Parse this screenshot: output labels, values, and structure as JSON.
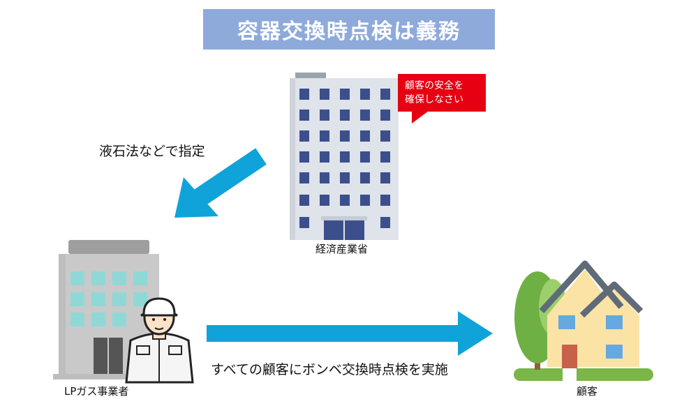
{
  "title": "容器交換時点検は義務",
  "ministry": {
    "name": "経済産業省",
    "speech_line1": "顧客の安全を",
    "speech_line2": "確保しなさい"
  },
  "arrow_to_lp": {
    "label": "液石法などで指定"
  },
  "lp_company": {
    "name": "LPガス事業者"
  },
  "arrow_to_customer": {
    "label": "すべての顧客にボンベ交換時点検を実施"
  },
  "customer": {
    "name": "顧客"
  },
  "colors": {
    "title_bg": "#8eaadb",
    "arrow": "#0fa3d9",
    "speech": "#e60012",
    "ministry_building": "#dfe3ea",
    "ministry_window": "#3c4f8c",
    "lp_building": "#c9c9c9",
    "lp_window": "#8fd8d6",
    "house_wall": "#fbe3a6",
    "house_roof": "#5f6b78",
    "tree": "#6fb045"
  }
}
